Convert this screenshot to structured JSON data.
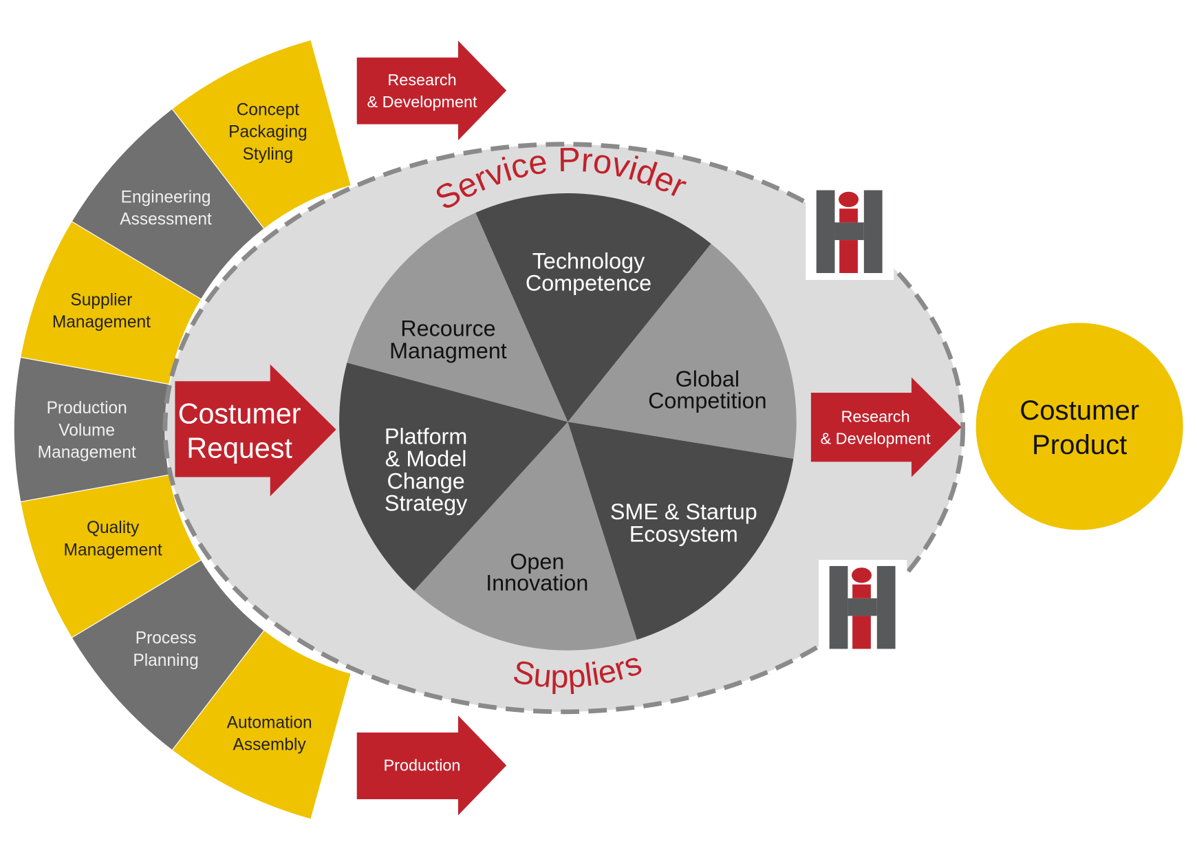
{
  "colors": {
    "yellow": "#efc300",
    "grey": "#707070",
    "red": "#c0222c",
    "pie_dark": "#4a4a4a",
    "pie_light": "#999999",
    "ellipse": "#dcdcdc",
    "dash": "#8a8a8a",
    "logo_grey": "#58595b"
  },
  "fan": [
    {
      "lines": [
        "Concept",
        "Packaging",
        "Styling"
      ]
    },
    {
      "lines": [
        "Engineering",
        "Assessment"
      ]
    },
    {
      "lines": [
        "Supplier",
        "Management"
      ]
    },
    {
      "lines": [
        "Production",
        "Volume",
        "Management"
      ]
    },
    {
      "lines": [
        "Quality",
        "Management"
      ]
    },
    {
      "lines": [
        "Process",
        "Planning"
      ]
    },
    {
      "lines": [
        "Automation",
        "Assembly"
      ]
    }
  ],
  "arrows": {
    "top": [
      "Research",
      "& Development"
    ],
    "bottom": "Production",
    "request": [
      "Costumer",
      "Request"
    ],
    "right": [
      "Research",
      "& Development"
    ]
  },
  "ellipse": {
    "top_label": "Service Provider",
    "bottom_label": "Suppliers"
  },
  "pie": [
    {
      "lines": [
        "Technology",
        "Competence"
      ]
    },
    {
      "lines": [
        "Global",
        "Competition"
      ]
    },
    {
      "lines": [
        "SME & Startup",
        "Ecosystem"
      ]
    },
    {
      "lines": [
        "Open",
        "Innovation"
      ]
    },
    {
      "lines": [
        "Platform",
        "& Model",
        "Change",
        "Strategy"
      ]
    },
    {
      "lines": [
        "Recource",
        "Managment"
      ]
    }
  ],
  "product": [
    "Costumer",
    "Product"
  ],
  "logos": [
    {
      "name": "hi-logo"
    },
    {
      "name": "hi-logo"
    }
  ]
}
